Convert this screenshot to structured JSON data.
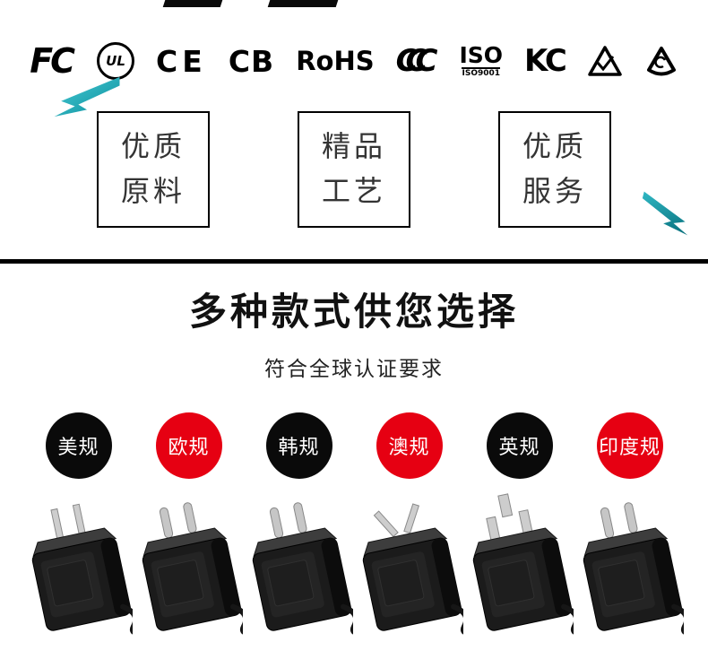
{
  "certifications": {
    "items": [
      {
        "name": "fcc",
        "text": "FC"
      },
      {
        "name": "ul",
        "text": "UL"
      },
      {
        "name": "ce",
        "text": "CE"
      },
      {
        "name": "cb",
        "text": "CB"
      },
      {
        "name": "rohs",
        "text": "RoHS"
      },
      {
        "name": "ccc",
        "text": "CCC"
      },
      {
        "name": "iso9001",
        "text": "ISO",
        "sub": "ISO9001"
      },
      {
        "name": "kc",
        "text": "KC"
      },
      {
        "name": "rcm-triangle-check"
      },
      {
        "name": "round-certification-mark"
      }
    ]
  },
  "feature_boxes": {
    "items": [
      {
        "line1": "优质",
        "line2": "原料"
      },
      {
        "line1": "精品",
        "line2": "工艺"
      },
      {
        "line1": "优质",
        "line2": "服务"
      }
    ]
  },
  "section": {
    "title": "多种款式供您选择",
    "subtitle": "符合全球认证要求"
  },
  "products": {
    "items": [
      {
        "label": "美规",
        "badge_color": "#0a0a0a",
        "plug": "us"
      },
      {
        "label": "欧规",
        "badge_color": "#e60012",
        "plug": "eu"
      },
      {
        "label": "韩规",
        "badge_color": "#0a0a0a",
        "plug": "kr"
      },
      {
        "label": "澳规",
        "badge_color": "#e60012",
        "plug": "au"
      },
      {
        "label": "英规",
        "badge_color": "#0a0a0a",
        "plug": "uk"
      },
      {
        "label": "印度规",
        "badge_color": "#e60012",
        "plug": "in"
      }
    ]
  },
  "colors": {
    "accent_teal": "#17b3bf",
    "badge_black": "#0a0a0a",
    "badge_red": "#e60012",
    "divider": "#000000"
  }
}
